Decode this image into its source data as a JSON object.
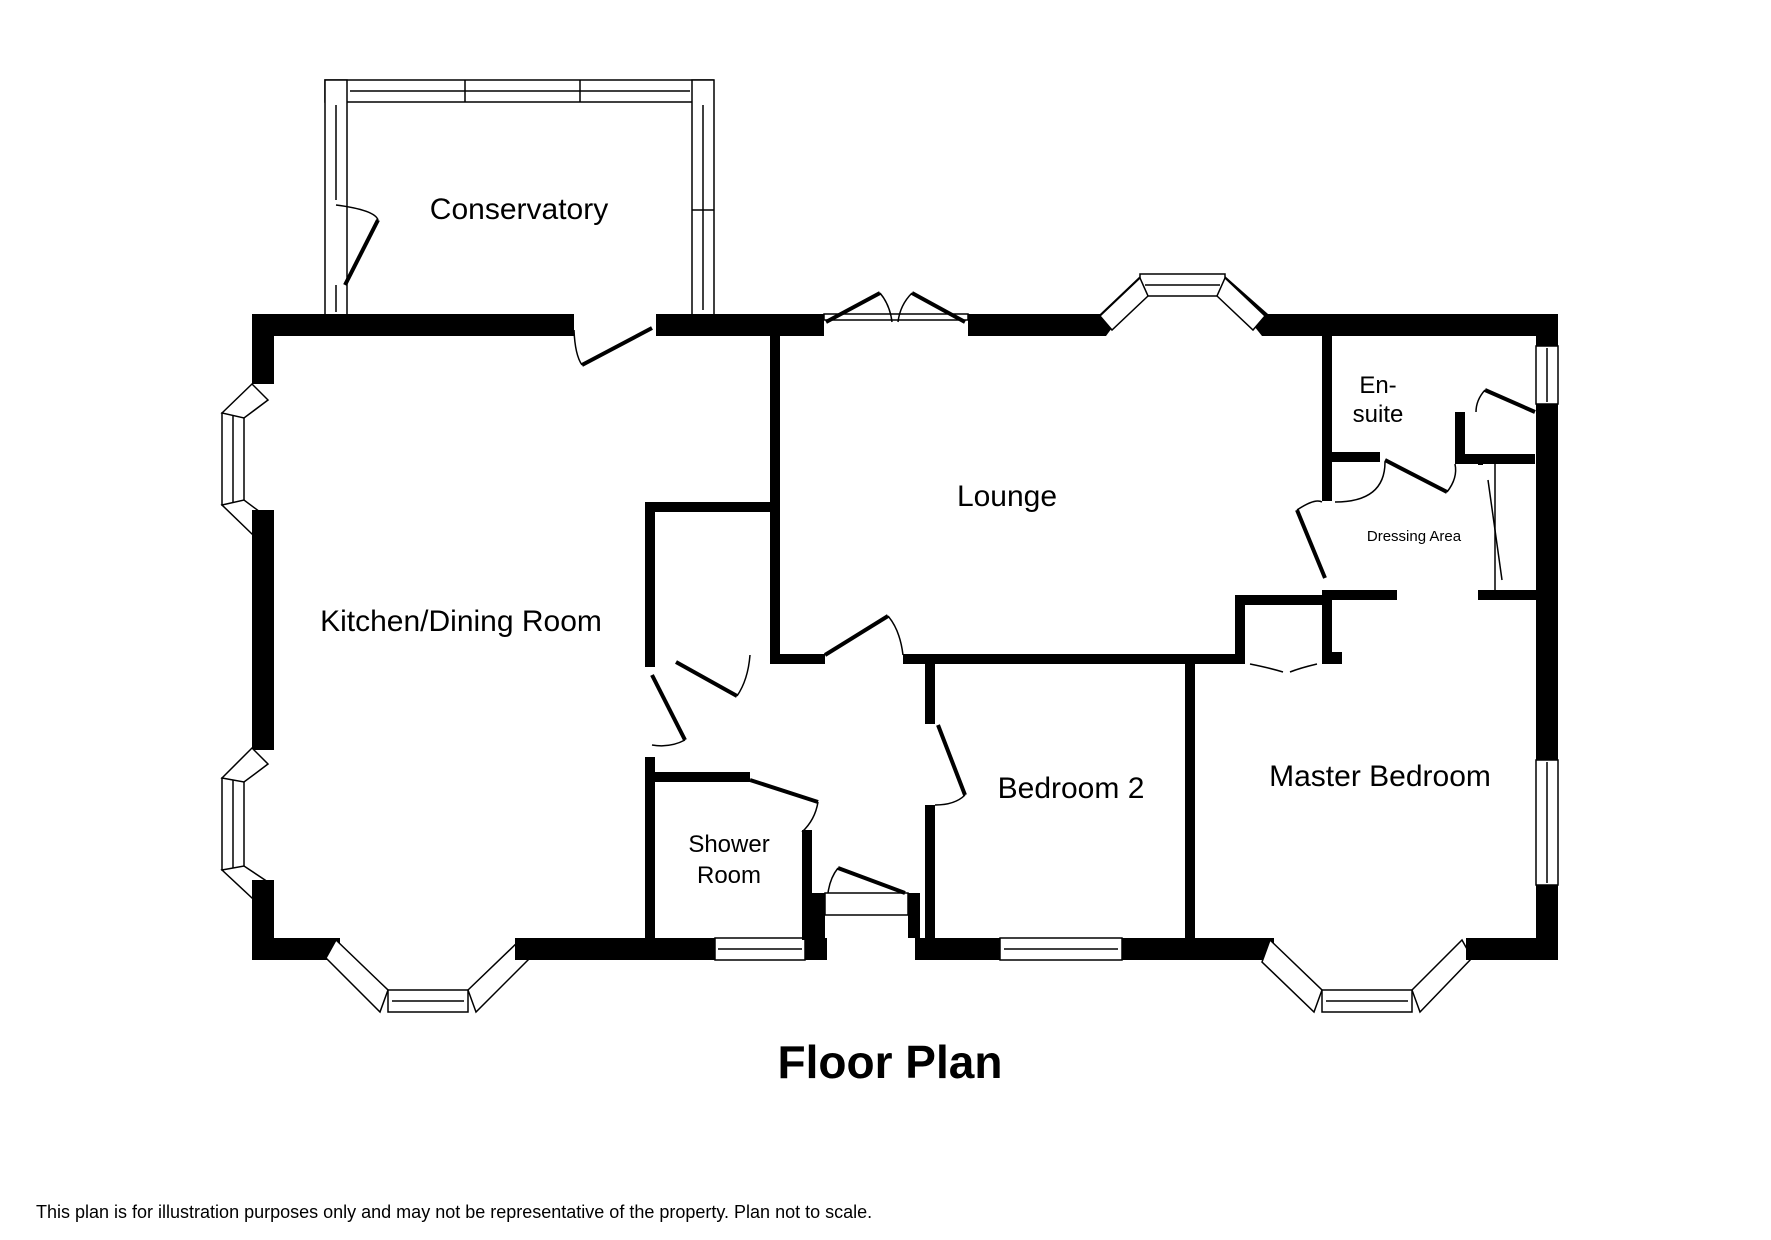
{
  "rooms": {
    "conservatory": "Conservatory",
    "lounge": "Lounge",
    "ensuite_line1": "En-",
    "ensuite_line2": "suite",
    "dressing_area": "Dressing Area",
    "kitchen_dining": "Kitchen/Dining Room",
    "bedroom2": "Bedroom 2",
    "master_bedroom": "Master Bedroom",
    "shower_line1": "Shower",
    "shower_line2": "Room"
  },
  "title": "Floor Plan",
  "disclaimer": "This plan is for illustration purposes only and may not be representative of the property. Plan not to scale."
}
